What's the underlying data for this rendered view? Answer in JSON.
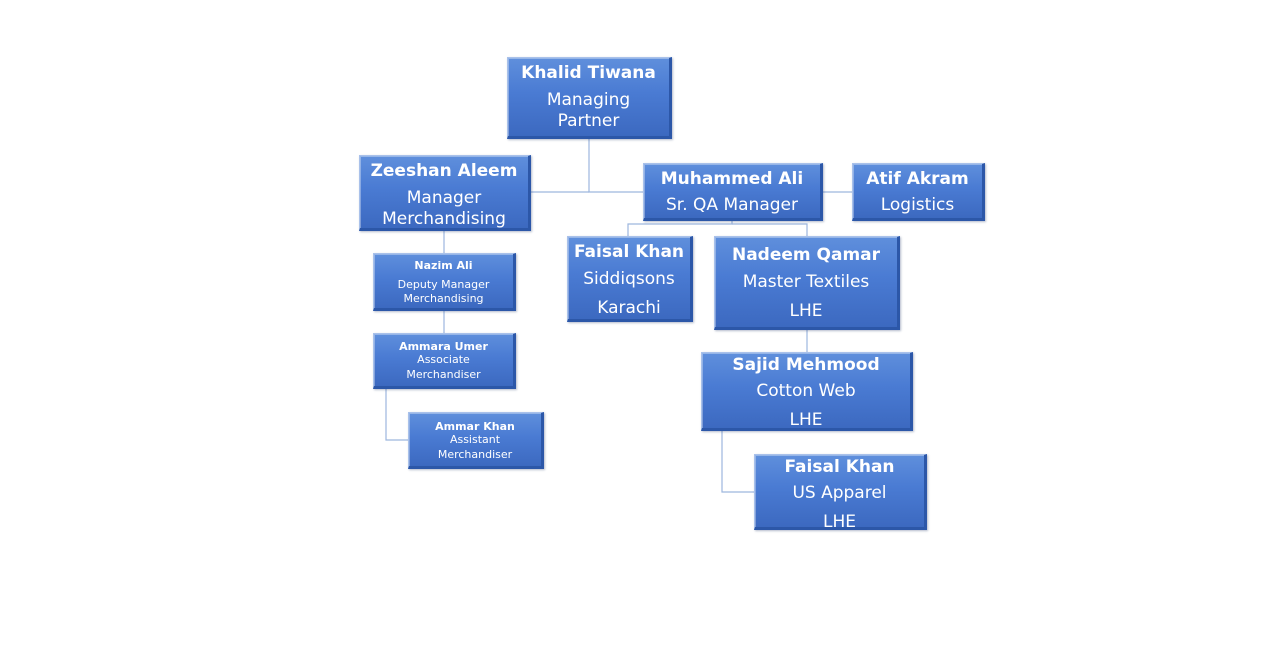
{
  "org_chart": {
    "managing_partner": {
      "name": "Khalid Tiwana",
      "title_lines": [
        "Managing",
        "Partner"
      ]
    },
    "merchandising_head": {
      "name": "Zeeshan Aleem",
      "title_lines": [
        "Manager",
        "Merchandising"
      ]
    },
    "qa_head": {
      "name": "Muhammed Ali",
      "title_lines": [
        "Sr. QA Manager"
      ]
    },
    "logistics": {
      "name": "Atif Akram",
      "title_lines": [
        "Logistics"
      ]
    },
    "deputy_merchandising": {
      "name": "Nazim Ali",
      "title_lines": [
        "Deputy Manager",
        "Merchandising"
      ]
    },
    "associate_merchandiser": {
      "name": "Ammara Umer",
      "title_lines": [
        "Associate",
        "Merchandiser"
      ]
    },
    "assistant_merchandiser": {
      "name": "Ammar Khan",
      "title_lines": [
        "Assistant",
        "Merchandiser"
      ]
    },
    "qa_karachi": {
      "name": "Faisal Khan",
      "title_lines": [
        "Siddiqsons",
        "Karachi"
      ]
    },
    "qa_master": {
      "name": "Nadeem Qamar",
      "title_lines": [
        "Master Textiles",
        "LHE"
      ]
    },
    "qa_cotton": {
      "name": "Sajid Mehmood",
      "title_lines": [
        "Cotton Web",
        "LHE"
      ]
    },
    "qa_us": {
      "name": "Faisal Khan",
      "title_lines": [
        "US Apparel",
        "LHE"
      ]
    }
  },
  "colors": {
    "box_fill": "#4a7bd3",
    "box_border_dark": "#2c57a8",
    "box_border_light": "#a9c1ea",
    "connector": "#9db6de",
    "text": "#ffffff"
  }
}
